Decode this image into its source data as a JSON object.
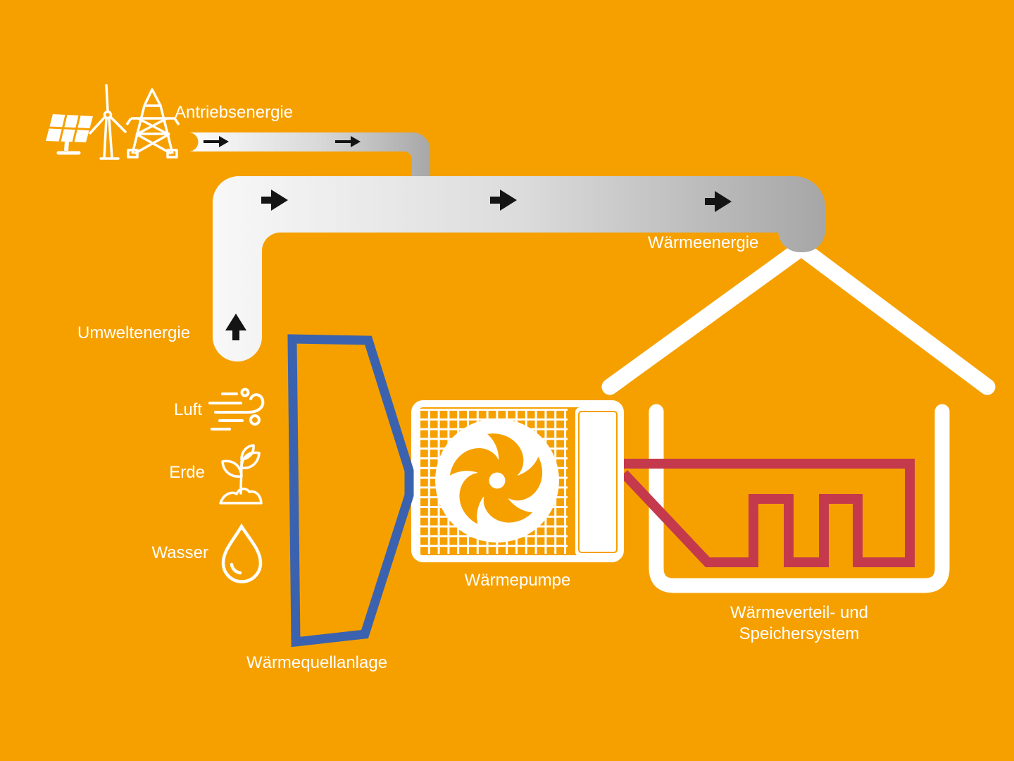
{
  "background_color": "#F6A000",
  "colors": {
    "pipe_gradient_start": "#FFFFFF",
    "pipe_gradient_end": "#A6A6A6",
    "environment_pipe": "#F8F8F8",
    "arrow_black": "#141414",
    "heating_pipe_red": "#C43A4C",
    "collector_blue": "#3A62AE",
    "outline_white": "#FFFFFF"
  },
  "labels": {
    "antriebsenergie": "Antriebsenergie",
    "waermeenergie": "Wärmeenergie",
    "umweltenergie": "Umweltenergie",
    "luft": "Luft",
    "erde": "Erde",
    "wasser": "Wasser",
    "waermepumpe": "Wärmepumpe",
    "waermequellanlage": "Wärmequellanlage",
    "waermeverteil_line1": "Wärmeverteil- und",
    "waermeverteil_line2": "Speichersystem"
  },
  "icons": [
    "solar-panel-icon",
    "wind-turbine-icon",
    "power-pylon-icon",
    "wind-swirl-icon",
    "sprout-icon",
    "water-drop-icon",
    "fan-icon",
    "house-icon",
    "heating-coil-icon",
    "heat-collector-icon",
    "right-arrow-icon",
    "up-arrow-icon"
  ],
  "arrow_counts": {
    "drive_pipe": 2,
    "main_pipe": 3,
    "environment_pipe": 1
  }
}
